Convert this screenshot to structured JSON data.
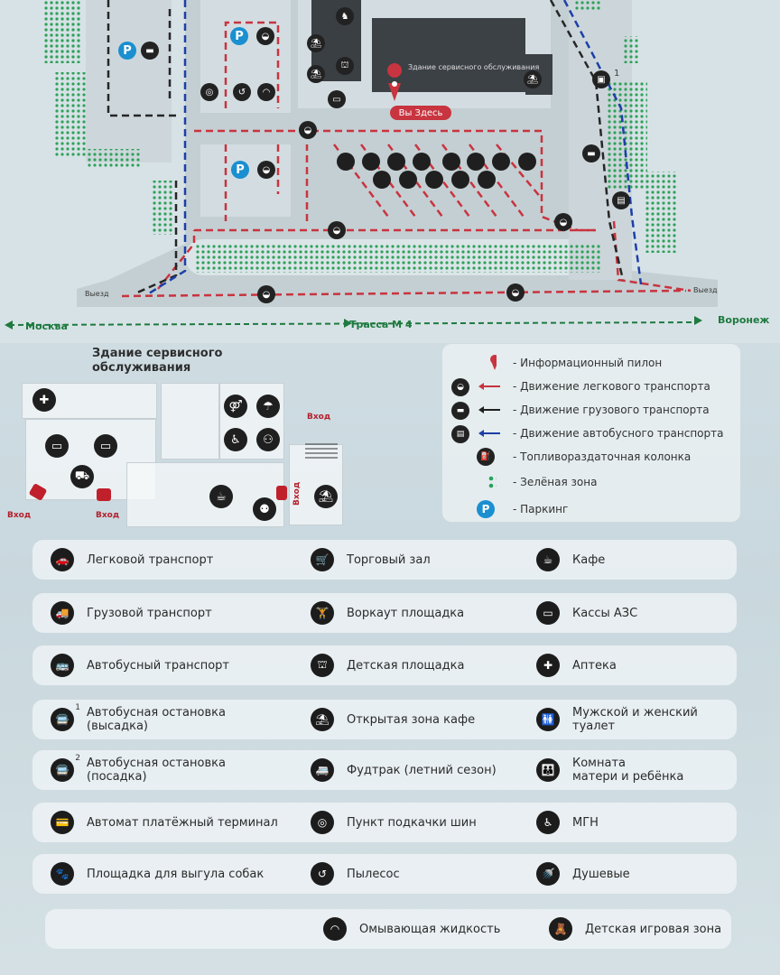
{
  "map": {
    "building_label": "Здание сервисного обслуживания",
    "you_here": "Вы Здесь",
    "exit_left": "Выезд",
    "exit_right": "Выезд",
    "highway_left": "Москва",
    "highway_center": "Трасса М 4",
    "highway_right": "Воронеж",
    "bus_stop_1": "1",
    "parking_symbol": "P"
  },
  "plan": {
    "title": "Здание сервисного обслуживания",
    "entrance_label": "Вход"
  },
  "legend": {
    "items": [
      {
        "label": "- Информационный пилон"
      },
      {
        "label": "- Движение легкового транспорта"
      },
      {
        "label": "- Движение грузового транспорта"
      },
      {
        "label": "- Движение автобусного транспорта"
      },
      {
        "label": "- Топливораздаточная колонка"
      },
      {
        "label": "- Зелёная зона"
      },
      {
        "label": "- Паркинг"
      }
    ],
    "colors": {
      "car": "#c8343f",
      "truck": "#1f1f1f",
      "bus": "#1d3fa8",
      "green": "#27a35a",
      "parking": "#1b8fd0"
    }
  },
  "services": {
    "rows": [
      [
        {
          "icon": "car-icon",
          "glyph": "🚗",
          "label": "Легковой транспорт"
        },
        {
          "icon": "cart-icon",
          "glyph": "🛒",
          "label": "Торговый зал"
        },
        {
          "icon": "coffee-icon",
          "glyph": "☕",
          "label": "Кафе"
        }
      ],
      [
        {
          "icon": "truck-icon",
          "glyph": "🚚",
          "label": "Грузовой транспорт"
        },
        {
          "icon": "workout-icon",
          "glyph": "🏋",
          "label": "Воркаут площадка"
        },
        {
          "icon": "cashier-icon",
          "glyph": "▭",
          "label": "Кассы АЗС"
        }
      ],
      [
        {
          "icon": "bus-icon",
          "glyph": "🚌",
          "label": "Автобусный транспорт"
        },
        {
          "icon": "playground-icon",
          "glyph": "⛫",
          "label": "Детская площадка"
        },
        {
          "icon": "pharmacy-icon",
          "glyph": "✚",
          "label": "Аптека"
        }
      ],
      [
        {
          "icon": "bus-stop-icon",
          "glyph": "🚍",
          "sup": "1",
          "label": "Автобусная остановка\n(высадка)"
        },
        {
          "icon": "open-cafe-icon",
          "glyph": "⛱",
          "label": "Открытая зона кафе"
        },
        {
          "icon": "toilet-icon",
          "glyph": "🚻",
          "label": "Мужской и женский\nтуалет"
        }
      ],
      [
        {
          "icon": "bus-stop-icon",
          "glyph": "🚍",
          "sup": "2",
          "label": "Автобусная остановка\n(посадка)"
        },
        {
          "icon": "food-truck-icon",
          "glyph": "🚐",
          "label": "Фудтрак (летний сезон)"
        },
        {
          "icon": "mother-child-icon",
          "glyph": "👪",
          "label": "Комната\nматери и ребёнка"
        }
      ],
      [
        {
          "icon": "payment-terminal-icon",
          "glyph": "💳",
          "label": "Автомат платёжный терминал"
        },
        {
          "icon": "tire-pump-icon",
          "glyph": "◎",
          "label": "Пункт подкачки шин"
        },
        {
          "icon": "wheelchair-icon",
          "glyph": "♿",
          "label": "МГН"
        }
      ],
      [
        {
          "icon": "paw-icon",
          "glyph": "🐾",
          "label": "Площадка для выгула собак"
        },
        {
          "icon": "vacuum-icon",
          "glyph": "↺",
          "label": "Пылесос"
        },
        {
          "icon": "shower-icon",
          "glyph": "🚿",
          "label": "Душевые"
        }
      ],
      [
        {
          "icon": "washer-fluid-icon",
          "glyph": "◠",
          "label": "Омывающая жидкость"
        },
        {
          "icon": "kids-play-icon",
          "glyph": "🧸",
          "label": "Детская игровая зона"
        }
      ]
    ]
  }
}
